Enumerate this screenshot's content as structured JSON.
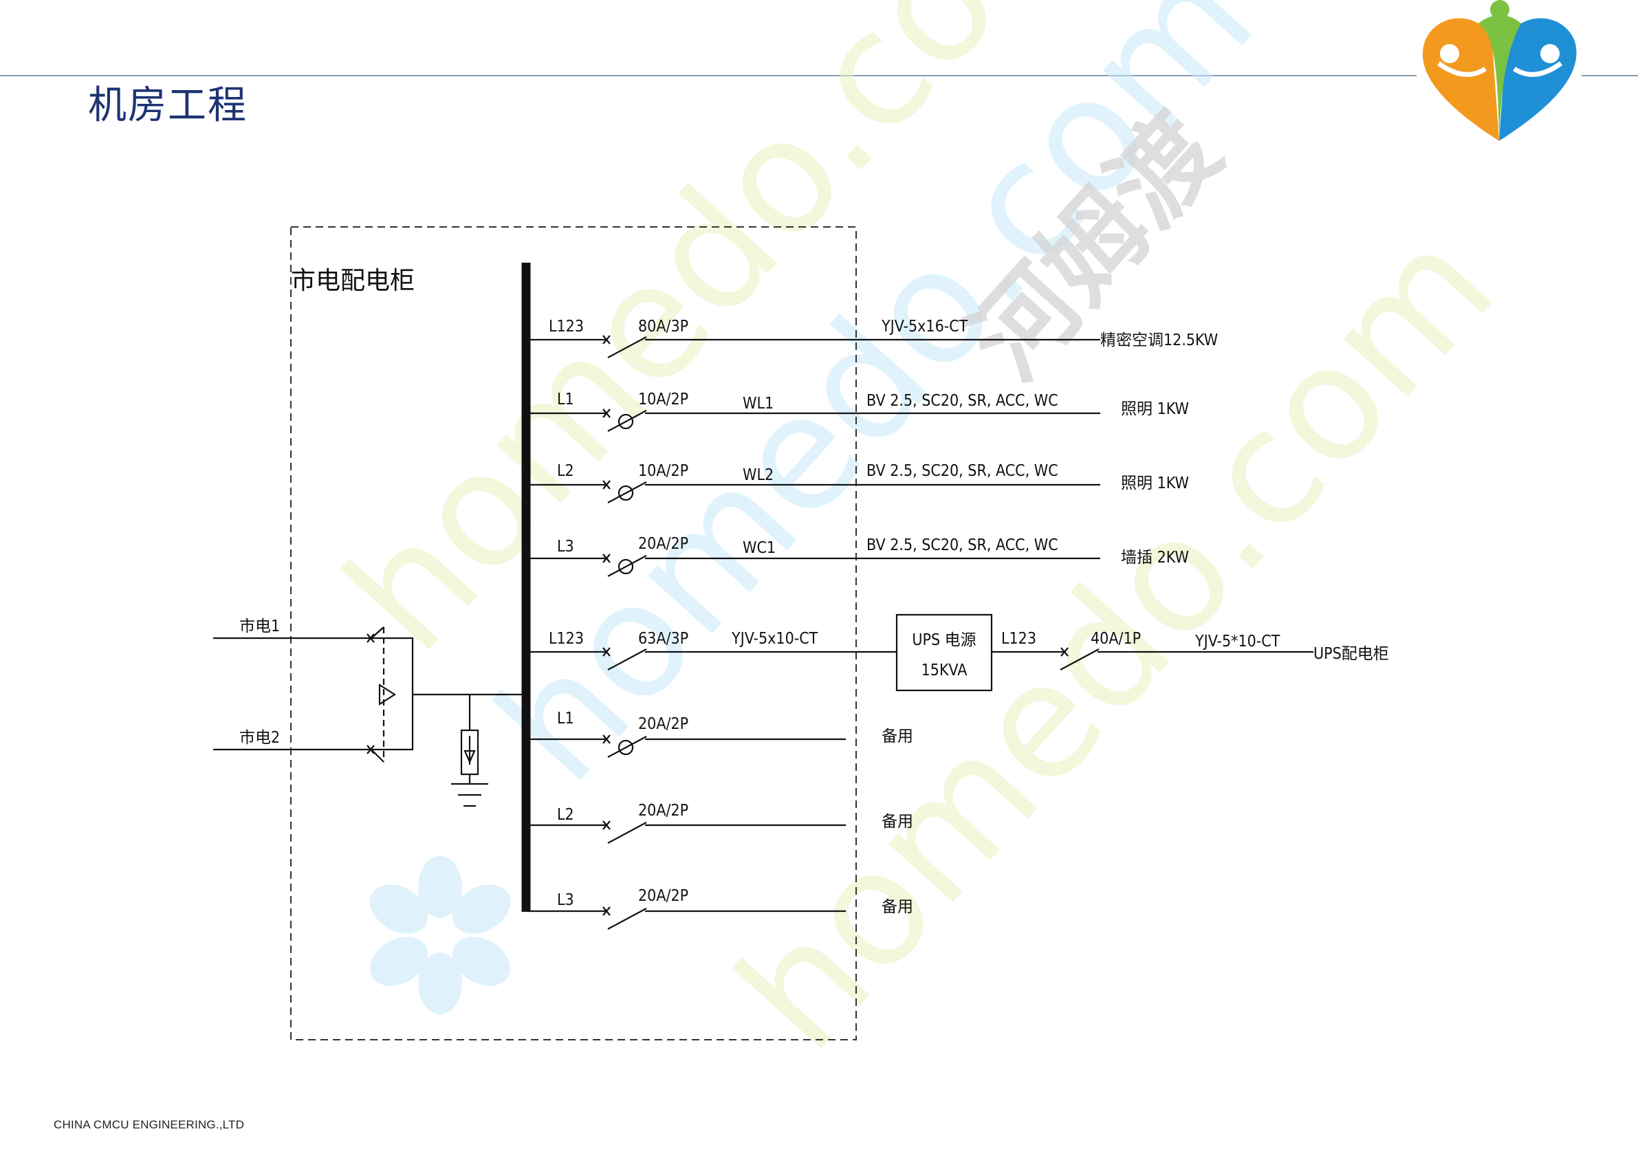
{
  "page": {
    "title": "机房工程",
    "footer": "CHINA CMCU ENGINEERING.,LTD"
  },
  "watermark": {
    "text_latin": "homedo.com",
    "text_cn": "河姆渡"
  },
  "diagram": {
    "cabinet_label": "市电配电柜",
    "inputs": [
      {
        "label": "市电1"
      },
      {
        "label": "市电2"
      }
    ],
    "circuits": [
      {
        "phase": "L123",
        "breaker": "80A/3P",
        "wl": "",
        "cable": "YJV-5x16-CT",
        "load": "精密空调12.5KW",
        "rcd": false
      },
      {
        "phase": "L1",
        "breaker": "10A/2P",
        "wl": "WL1",
        "cable": "BV 2.5, SC20, SR, ACC, WC",
        "load": "照明 1KW",
        "rcd": true
      },
      {
        "phase": "L2",
        "breaker": "10A/2P",
        "wl": "WL2",
        "cable": "BV 2.5, SC20, SR, ACC, WC",
        "load": "照明 1KW",
        "rcd": true
      },
      {
        "phase": "L3",
        "breaker": "20A/2P",
        "wl": "WC1",
        "cable": "BV 2.5, SC20, SR, ACC, WC",
        "load": "墙插 2KW",
        "rcd": true
      },
      {
        "phase": "L123",
        "breaker": "63A/3P",
        "wl": "",
        "cable": "YJV-5x10-CT",
        "load": "",
        "rcd": false
      },
      {
        "phase": "L1",
        "breaker": "20A/2P",
        "wl": "",
        "cable": "",
        "load": "备用",
        "rcd": true
      },
      {
        "phase": "L2",
        "breaker": "20A/2P",
        "wl": "",
        "cable": "",
        "load": "备用",
        "rcd": false
      },
      {
        "phase": "L3",
        "breaker": "20A/2P",
        "wl": "",
        "cable": "",
        "load": "备用",
        "rcd": false
      }
    ],
    "ups": {
      "label_line1": "UPS 电源",
      "label_line2": "15KVA",
      "out_phase": "L123",
      "out_breaker": "40A/1P",
      "out_cable": "YJV-5*10-CT",
      "out_load": "UPS配电柜"
    }
  },
  "colors": {
    "title": "#1f3372",
    "logo_orange": "#f39a1e",
    "logo_green": "#7cc242",
    "logo_blue": "#1f8fd6",
    "rule_line": "#8a9aae"
  }
}
